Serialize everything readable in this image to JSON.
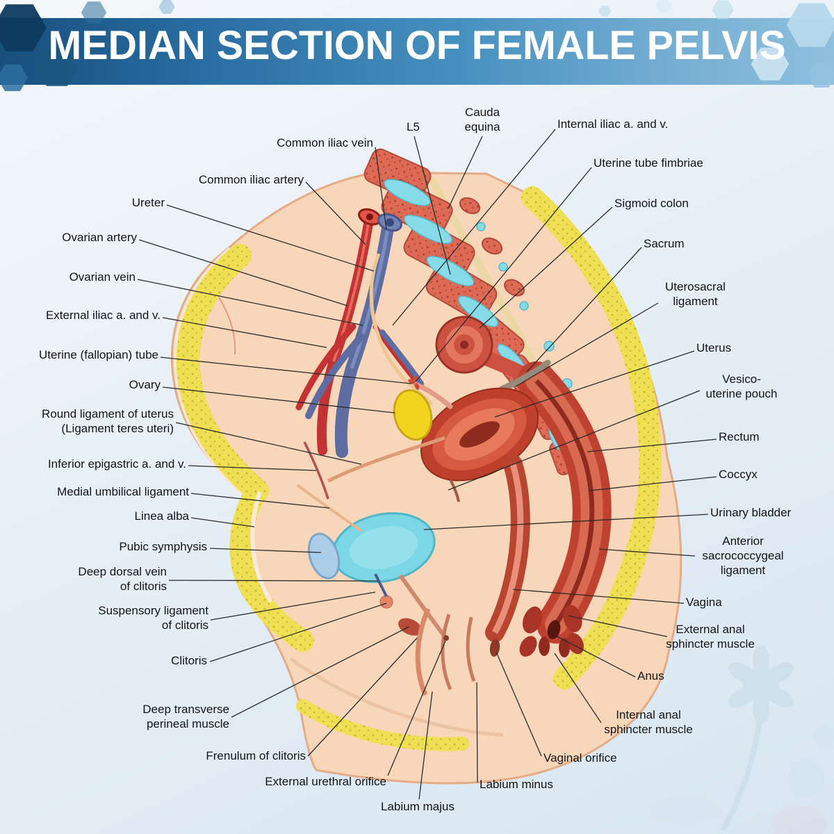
{
  "header": {
    "title": "MEDIAN SECTION OF FEMALE PELVIS"
  },
  "labels": [
    {
      "text": "Common iliac vein"
    },
    {
      "text": "Common iliac artery"
    },
    {
      "text": "Ureter"
    },
    {
      "text": "Ovarian artery"
    },
    {
      "text": "Ovarian vein"
    },
    {
      "text": "External iliac a. and v."
    },
    {
      "text": "Uterine (fallopian) tube"
    },
    {
      "text": "Ovary"
    },
    {
      "text": "Round ligament of uterus\n(Ligament teres uteri)"
    },
    {
      "text": "Inferior epigastric a. and v."
    },
    {
      "text": "Medial umbilical ligament"
    },
    {
      "text": "Linea alba"
    },
    {
      "text": "Pubic symphysis"
    },
    {
      "text": "Deep dorsal vein\nof clitoris"
    },
    {
      "text": "Suspensory ligament\nof clitoris"
    },
    {
      "text": "Clitoris"
    },
    {
      "text": "Deep transverse\nperineal muscle"
    },
    {
      "text": "Frenulum of clitoris"
    },
    {
      "text": "External urethral orifice"
    },
    {
      "text": "Labium majus"
    },
    {
      "text": "L5"
    },
    {
      "text": "Cauda\nequina"
    },
    {
      "text": "Internal iliac a. and v."
    },
    {
      "text": "Uterine tube fimbriae"
    },
    {
      "text": "Sigmoid colon"
    },
    {
      "text": "Sacrum"
    },
    {
      "text": "Uterosacral\nligament"
    },
    {
      "text": "Uterus"
    },
    {
      "text": "Vesico-\nuterine pouch"
    },
    {
      "text": "Rectum"
    },
    {
      "text": "Coccyx"
    },
    {
      "text": "Urinary bladder"
    },
    {
      "text": "Anterior\nsacrococcygeal\nligament"
    },
    {
      "text": "Vagina"
    },
    {
      "text": "External anal\nsphincter muscle"
    },
    {
      "text": "Anus"
    },
    {
      "text": "Internal anal\nsphincter muscle"
    },
    {
      "text": "Vaginal orifice"
    },
    {
      "text": "Labium minus"
    }
  ],
  "colors": {
    "header_blue_dark": "#174f7e",
    "header_blue_light": "#8fc0dd",
    "skin": "#f8d6ba",
    "fat_yellow": "#efdf55",
    "artery_red": "#c33333",
    "vein_blue": "#5d6da1",
    "bladder_cyan": "#7bd7e5",
    "organ_red": "#bf3f2d",
    "disc_cyan": "#86dbe8"
  }
}
